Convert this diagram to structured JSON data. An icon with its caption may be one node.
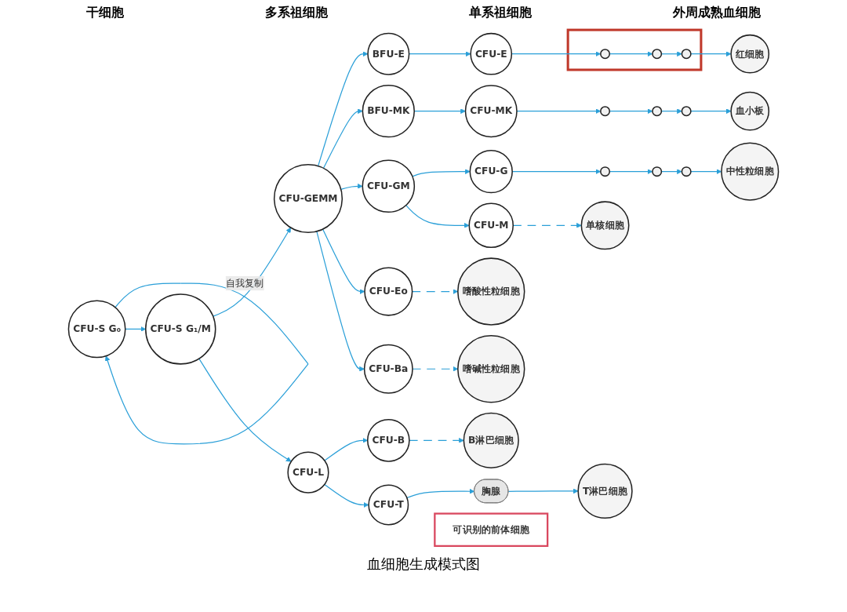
{
  "diagram": {
    "caption": "血细胞生成模式图",
    "nodes": [
      {
        "text": [
          "CFU-S G₀"
        ]
      },
      {
        "text": [
          "CFU-S G₁/M"
        ]
      },
      {
        "text": [
          "CFU-GEMM"
        ]
      },
      {
        "text": [
          "CFU-L"
        ]
      },
      {
        "text": [
          "BFU-E"
        ]
      },
      {
        "text": [
          "BFU-MK"
        ]
      },
      {
        "text": [
          "CFU-GM"
        ]
      },
      {
        "text": [
          "CFU-E"
        ]
      },
      {
        "text": [
          "CFU-MK"
        ]
      },
      {
        "text": [
          "CFU-G"
        ]
      },
      {
        "text": [
          "CFU-M"
        ]
      },
      {
        "text": [
          "CFU-Eo"
        ]
      },
      {
        "text": [
          "CFU-Ba"
        ]
      },
      {
        "text": [
          "CFU-B"
        ]
      },
      {
        "text": [
          "CFU-T"
        ]
      },
      {
        "text": [],
        "shape": "box"
      },
      {
        "text": [],
        "shape": "circle",
        "in": 15
      },
      {
        "text": [],
        "shape": "circle",
        "in": 15
      },
      {
        "text": [],
        "shape": "circle",
        "in": 15
      },
      {
        "text": [],
        "shape": "circle"
      },
      {
        "text": [],
        "shape": "circle"
      },
      {
        "text": [],
        "shape": "circle"
      },
      {
        "text": [],
        "shape": "circle"
      },
      {
        "text": [],
        "shape": "circle"
      },
      {
        "text": [],
        "shape": "circle"
      },
      {
        "text": [
          "胸腺"
        ]
      },
      {
        "text": [
          "红细胞"
        ]
      },
      {
        "text": [
          "血小板"
        ]
      },
      {
        "text": [
          "中性粒细胞"
        ]
      },
      {
        "text": [
          "单核细胞"
        ]
      },
      {
        "text": [
          "嗜酸性粒细胞"
        ]
      },
      {
        "text": [
          "嗜碱性粒细胞"
        ]
      },
      {
        "text": [
          "B淋巴细胞"
        ]
      },
      {
        "text": [
          "T淋巴细胞"
        ]
      },
      {
        "text": [
          "可识别的前体细胞"
        ]
      }
    ],
    "edges": [
      {
        "from": 0,
        "to": 0,
        "arrow": "to",
        "label": "自我复制"
      },
      {
        "from": 0,
        "to": 1,
        "arrow": "to"
      },
      {
        "from": 1,
        "to": 2,
        "arrow": "to"
      },
      {
        "from": 1,
        "to": 3,
        "arrow": "to"
      },
      {
        "from": 2,
        "to": 4,
        "arrow": "to"
      },
      {
        "from": 2,
        "to": 5,
        "arrow": "to"
      },
      {
        "from": 2,
        "to": 6,
        "arrow": "to"
      },
      {
        "from": 2,
        "to": 11,
        "arrow": "to"
      },
      {
        "from": 2,
        "to": 12,
        "arrow": "to"
      },
      {
        "from": 6,
        "to": 9,
        "arrow": "to"
      },
      {
        "from": 6,
        "to": 10,
        "arrow": "to"
      },
      {
        "from": 3,
        "to": 13,
        "arrow": "to"
      },
      {
        "from": 3,
        "to": 14,
        "arrow": "to"
      },
      {
        "from": 4,
        "to": 7,
        "arrow": "to"
      },
      {
        "from": 7,
        "to": 16,
        "arrow": "to"
      },
      {
        "from": 16,
        "to": 17,
        "arrow": "to"
      },
      {
        "from": 17,
        "to": 18,
        "arrow": "to"
      },
      {
        "from": 18,
        "to": 26,
        "arrow": "to"
      },
      {
        "from": 5,
        "to": 8,
        "arrow": "to"
      },
      {
        "from": 8,
        "to": 19,
        "arrow": "to"
      },
      {
        "from": 19,
        "to": 20,
        "arrow": "to"
      },
      {
        "from": 20,
        "to": 21,
        "arrow": "to"
      },
      {
        "from": 21,
        "to": 27,
        "arrow": "to"
      },
      {
        "from": 9,
        "to": 22,
        "arrow": "to"
      },
      {
        "from": 22,
        "to": 23,
        "arrow": "to"
      },
      {
        "from": 23,
        "to": 24,
        "arrow": "to"
      },
      {
        "from": 24,
        "to": 28,
        "arrow": "to"
      },
      {
        "from": 10,
        "to": 29,
        "arrow": "to",
        "style": "dashed"
      },
      {
        "from": 11,
        "to": 30,
        "arrow": "to",
        "style": "dashed"
      },
      {
        "from": 12,
        "to": 31,
        "arrow": "to",
        "style": "dashed"
      },
      {
        "from": 13,
        "to": 32,
        "arrow": "to",
        "style": "dashed"
      },
      {
        "from": 14,
        "to": 25,
        "arrow": "to"
      },
      {
        "from": 25,
        "to": 33,
        "arrow": "to"
      }
    ],
    "labels": [
      "干细胞",
      "多系祖细胞",
      "单系祖细胞",
      "外周成熟血细胞"
    ]
  }
}
